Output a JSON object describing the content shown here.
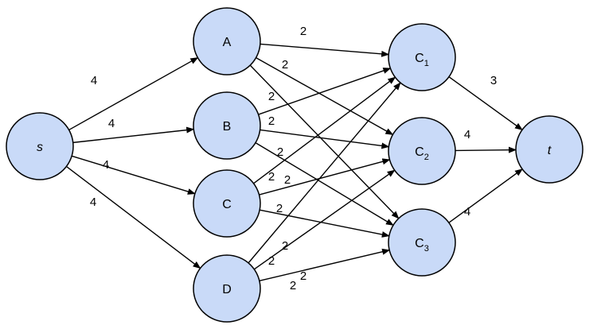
{
  "nodes": [
    {
      "id": "s",
      "label": "s",
      "italic": true
    },
    {
      "id": "A",
      "label": "A"
    },
    {
      "id": "B",
      "label": "B"
    },
    {
      "id": "C",
      "label": "C"
    },
    {
      "id": "D",
      "label": "D"
    },
    {
      "id": "C1",
      "label": "C",
      "sub": "1"
    },
    {
      "id": "C2",
      "label": "C",
      "sub": "2"
    },
    {
      "id": "C3",
      "label": "C",
      "sub": "3"
    },
    {
      "id": "t",
      "label": "t",
      "italic": true
    }
  ],
  "edges": [
    {
      "from": "s",
      "to": "A",
      "weight": "4"
    },
    {
      "from": "s",
      "to": "B",
      "weight": "4"
    },
    {
      "from": "s",
      "to": "C",
      "weight": "4"
    },
    {
      "from": "s",
      "to": "D",
      "weight": "4"
    },
    {
      "from": "A",
      "to": "C1",
      "weight": "2"
    },
    {
      "from": "A",
      "to": "C2",
      "weight": "2"
    },
    {
      "from": "A",
      "to": "C3",
      "weight": "2"
    },
    {
      "from": "B",
      "to": "C1",
      "weight": "2"
    },
    {
      "from": "B",
      "to": "C2",
      "weight": "2"
    },
    {
      "from": "B",
      "to": "C3",
      "weight": "2"
    },
    {
      "from": "C",
      "to": "C1",
      "weight": "2"
    },
    {
      "from": "C",
      "to": "C2",
      "weight": "2"
    },
    {
      "from": "C",
      "to": "C3",
      "weight": "2"
    },
    {
      "from": "D",
      "to": "C1",
      "weight": "2"
    },
    {
      "from": "D",
      "to": "C2",
      "weight": "2"
    },
    {
      "from": "D",
      "to": "C3",
      "weight": "2"
    },
    {
      "from": "C1",
      "to": "t",
      "weight": "3"
    },
    {
      "from": "C2",
      "to": "t",
      "weight": "4"
    },
    {
      "from": "C3",
      "to": "t",
      "weight": "4"
    }
  ]
}
